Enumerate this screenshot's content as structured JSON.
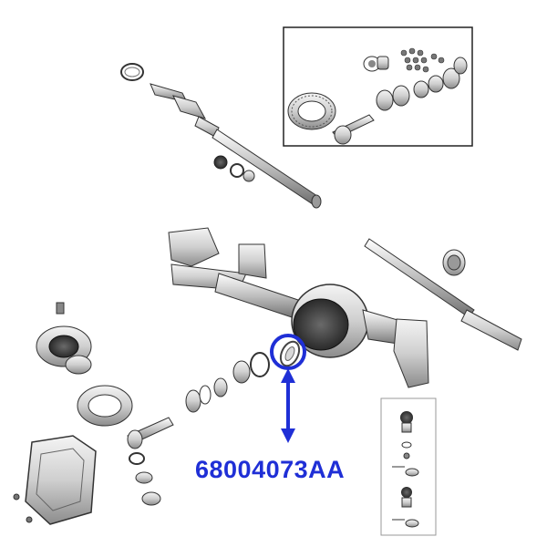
{
  "callout": {
    "part_number": "68004073AA",
    "highlight_color": "#1f2fd6"
  },
  "parts": [
    {
      "name": "front-axle-housing",
      "icon": "axle-housing-icon"
    },
    {
      "name": "left-axle-shaft",
      "icon": "axle-shaft-icon"
    },
    {
      "name": "right-axle-shaft",
      "icon": "axle-shaft-icon"
    },
    {
      "name": "differential-case",
      "icon": "differential-icon"
    },
    {
      "name": "ring-and-pinion",
      "icon": "ring-gear-icon"
    },
    {
      "name": "differential-cover",
      "icon": "cover-icon"
    },
    {
      "name": "ball-joints",
      "icon": "ball-joint-icon"
    },
    {
      "name": "axle-seal",
      "icon": "seal-icon"
    }
  ]
}
